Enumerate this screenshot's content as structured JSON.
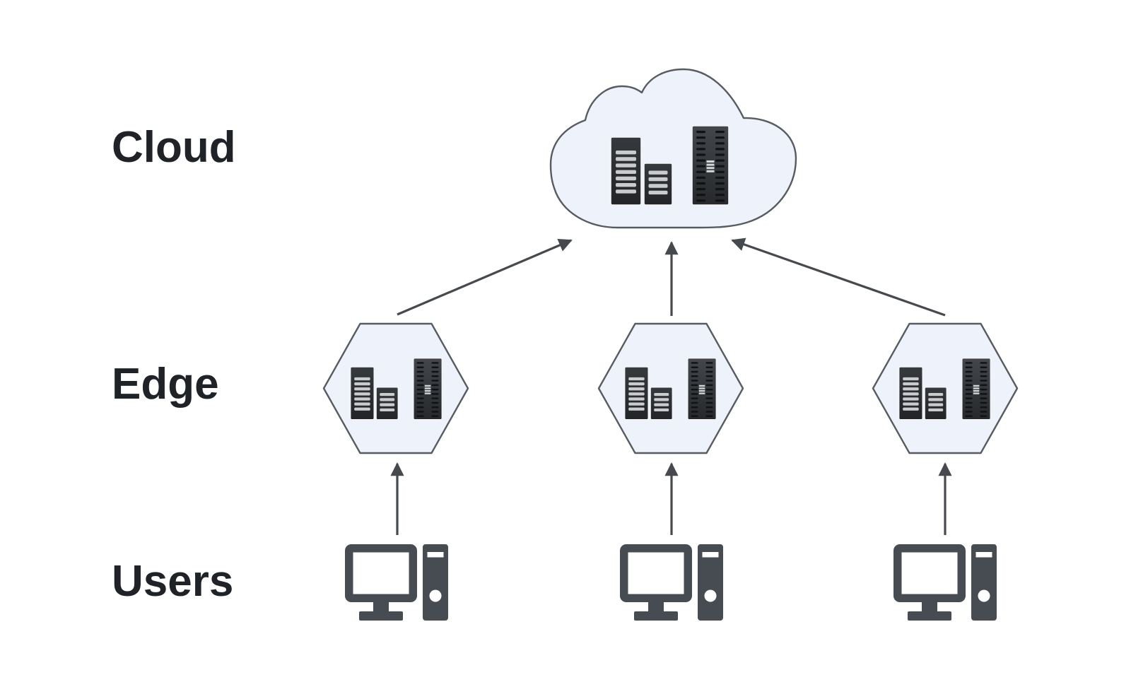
{
  "diagram": {
    "type": "architecture-hierarchy",
    "tiers": [
      {
        "id": "cloud",
        "label": "Cloud"
      },
      {
        "id": "edge",
        "label": "Edge"
      },
      {
        "id": "users",
        "label": "Users"
      }
    ],
    "nodes": [
      {
        "id": "cloud-dc",
        "tier": "cloud",
        "shape": "cloud",
        "icon": "server-rack-cluster-icon"
      },
      {
        "id": "edge-node-1",
        "tier": "edge",
        "shape": "hexagon",
        "icon": "server-rack-cluster-icon"
      },
      {
        "id": "edge-node-2",
        "tier": "edge",
        "shape": "hexagon",
        "icon": "server-rack-cluster-icon"
      },
      {
        "id": "edge-node-3",
        "tier": "edge",
        "shape": "hexagon",
        "icon": "server-rack-cluster-icon"
      },
      {
        "id": "user-1",
        "tier": "users",
        "shape": "none",
        "icon": "desktop-computer-icon"
      },
      {
        "id": "user-2",
        "tier": "users",
        "shape": "none",
        "icon": "desktop-computer-icon"
      },
      {
        "id": "user-3",
        "tier": "users",
        "shape": "none",
        "icon": "desktop-computer-icon"
      }
    ],
    "connections": [
      {
        "from": "user-1",
        "to": "edge-node-1",
        "style": "arrow-up"
      },
      {
        "from": "user-2",
        "to": "edge-node-2",
        "style": "arrow-up"
      },
      {
        "from": "user-3",
        "to": "edge-node-3",
        "style": "arrow-up"
      },
      {
        "from": "edge-node-1",
        "to": "cloud-dc",
        "style": "arrow-up"
      },
      {
        "from": "edge-node-2",
        "to": "cloud-dc",
        "style": "arrow-up"
      },
      {
        "from": "edge-node-3",
        "to": "cloud-dc",
        "style": "arrow-up"
      }
    ],
    "colors": {
      "background": "#ffffff",
      "node_fill": "#eef2fb",
      "node_stroke": "#575c63",
      "arrow": "#46494d",
      "label_text": "#1f2328",
      "computer_icon": "#474c52",
      "server_dark": "#2c2e31",
      "server_stripe": "#c9cbcd"
    }
  }
}
